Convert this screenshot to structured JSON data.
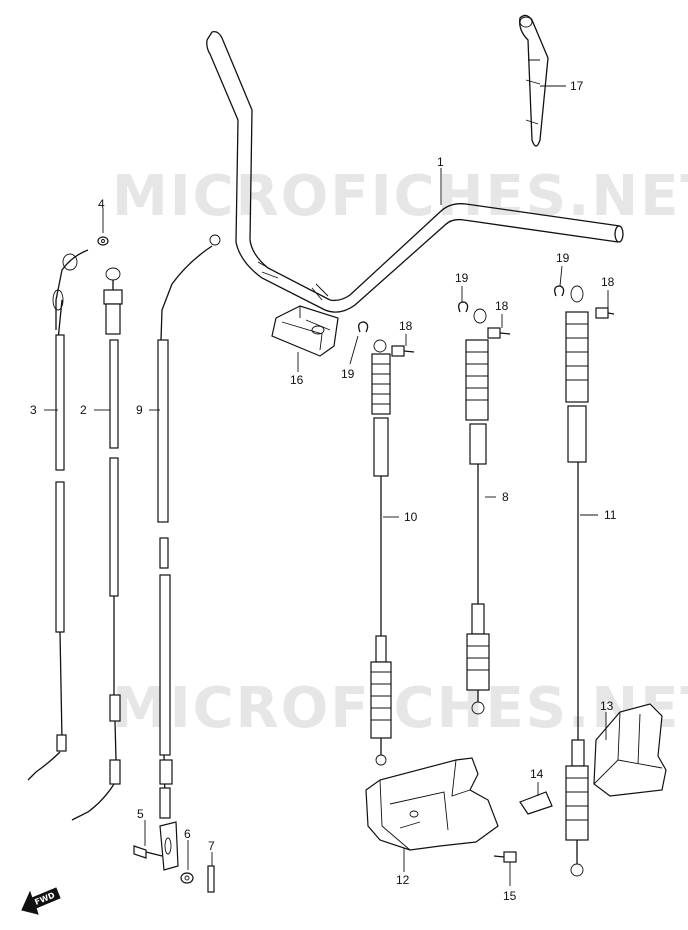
{
  "watermarks": [
    "MICROFICHES.NET",
    "MICROFICHES.NET"
  ],
  "fwd_label": "FWD",
  "callouts": [
    {
      "id": "1",
      "label": "1"
    },
    {
      "id": "2",
      "label": "2"
    },
    {
      "id": "3",
      "label": "3"
    },
    {
      "id": "4",
      "label": "4"
    },
    {
      "id": "5",
      "label": "5"
    },
    {
      "id": "6",
      "label": "6"
    },
    {
      "id": "7",
      "label": "7"
    },
    {
      "id": "8",
      "label": "8"
    },
    {
      "id": "9",
      "label": "9"
    },
    {
      "id": "10",
      "label": "10"
    },
    {
      "id": "11",
      "label": "11"
    },
    {
      "id": "12",
      "label": "12"
    },
    {
      "id": "13",
      "label": "13"
    },
    {
      "id": "14",
      "label": "14"
    },
    {
      "id": "15",
      "label": "15"
    },
    {
      "id": "16",
      "label": "16"
    },
    {
      "id": "17",
      "label": "17"
    },
    {
      "id": "18a",
      "label": "18"
    },
    {
      "id": "18b",
      "label": "18"
    },
    {
      "id": "18c",
      "label": "18"
    },
    {
      "id": "19a",
      "label": "19"
    },
    {
      "id": "19b",
      "label": "19"
    },
    {
      "id": "19c",
      "label": "19"
    }
  ]
}
